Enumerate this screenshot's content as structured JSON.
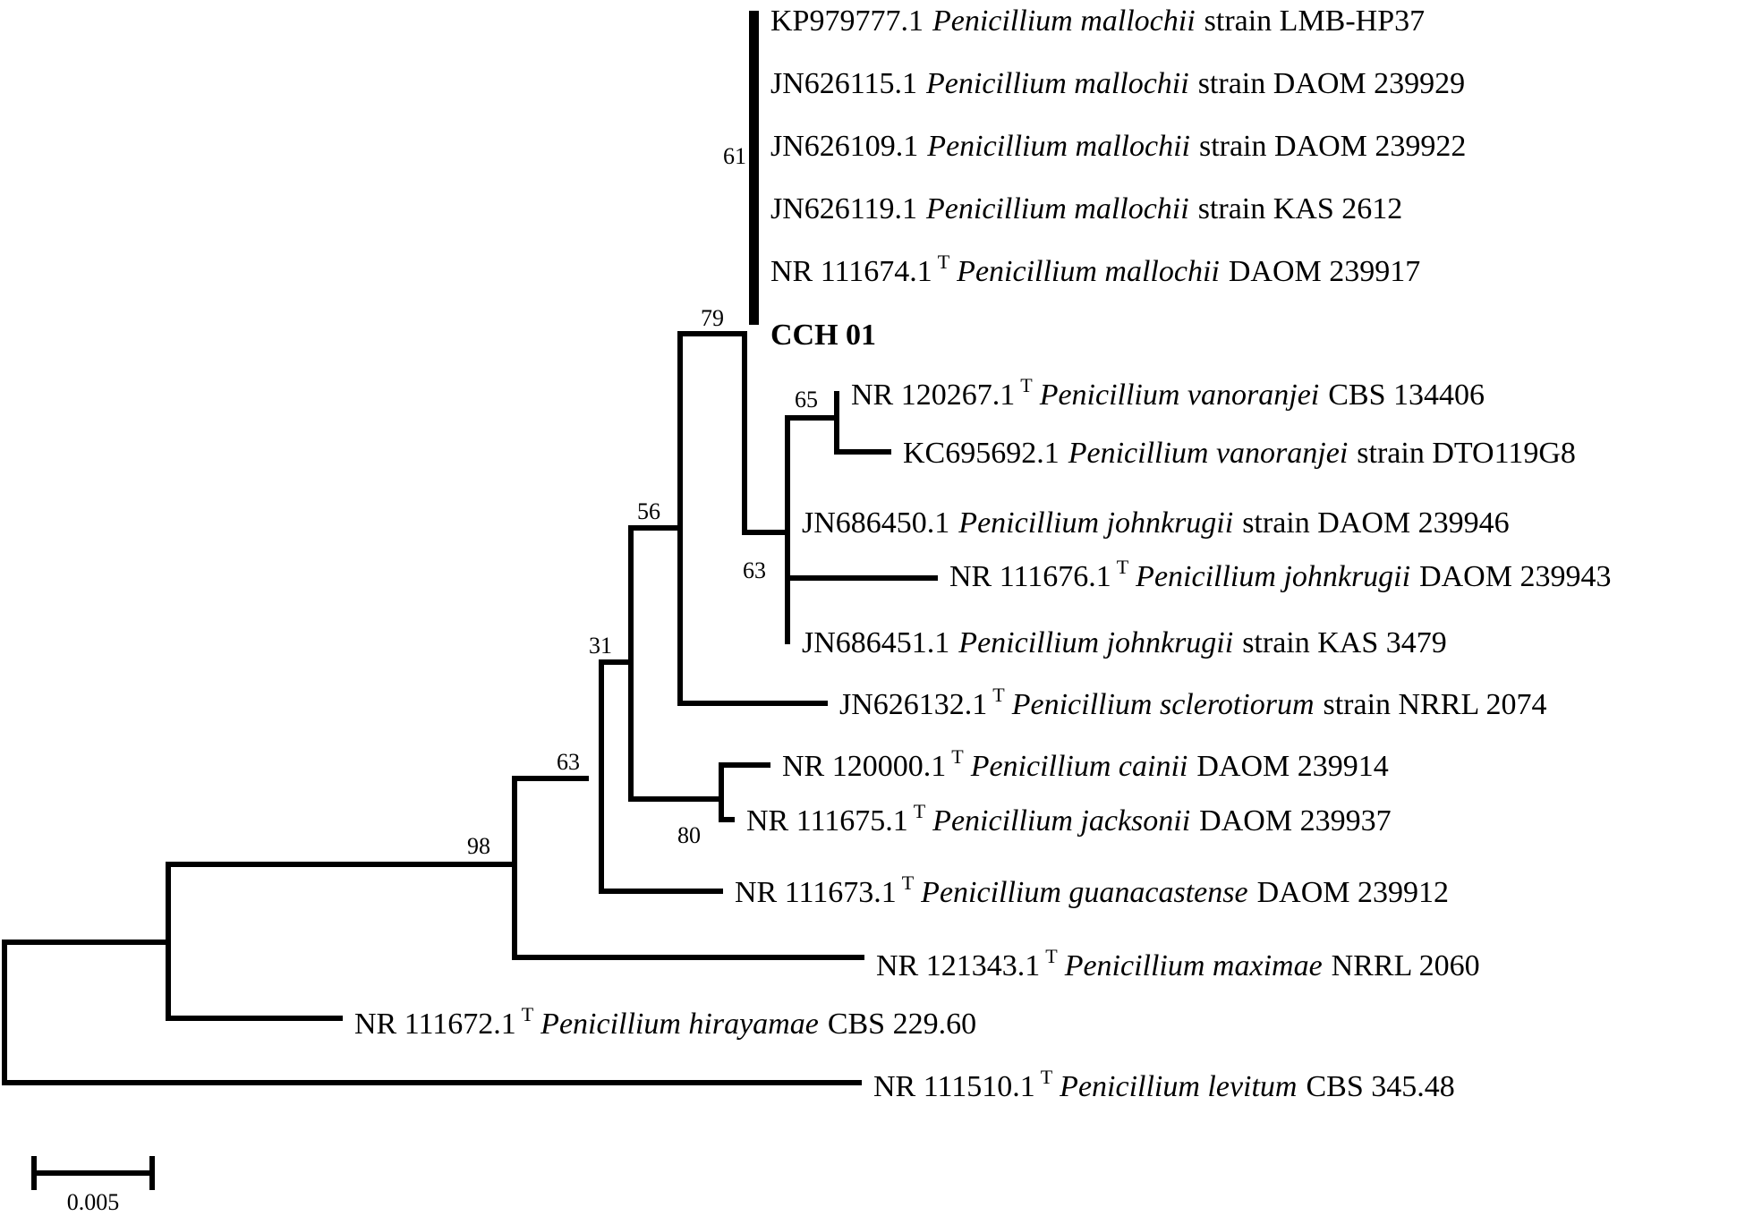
{
  "tree": {
    "taxa": [
      {
        "id": "mal1",
        "accession": "KP979777.1",
        "type": "",
        "species": "Penicillium mallochii",
        "strain": "strain LMB-HP37",
        "bold": false
      },
      {
        "id": "mal2",
        "accession": "JN626115.1",
        "type": "",
        "species": "Penicillium mallochii",
        "strain": "strain DAOM 239929",
        "bold": false
      },
      {
        "id": "mal3",
        "accession": "JN626109.1",
        "type": "",
        "species": "Penicillium mallochii",
        "strain": "strain DAOM 239922",
        "bold": false
      },
      {
        "id": "mal4",
        "accession": "JN626119.1",
        "type": "",
        "species": "Penicillium mallochii",
        "strain": "strain KAS 2612",
        "bold": false
      },
      {
        "id": "mal5",
        "accession": "NR 111674.1",
        "type": "T",
        "species": "Penicillium mallochii",
        "strain": "DAOM 239917",
        "bold": false
      },
      {
        "id": "cch",
        "accession": "CCH 01",
        "type": "",
        "species": "",
        "strain": "",
        "bold": true
      },
      {
        "id": "van1",
        "accession": "NR 120267.1",
        "type": "T",
        "species": "Penicillium vanoranjei",
        "strain": "CBS 134406",
        "bold": false
      },
      {
        "id": "van2",
        "accession": "KC695692.1",
        "type": "",
        "species": "Penicillium vanoranjei",
        "strain": "strain DTO119G8",
        "bold": false
      },
      {
        "id": "joh1",
        "accession": "JN686450.1",
        "type": "",
        "species": "Penicillium johnkrugii",
        "strain": "strain DAOM 239946",
        "bold": false
      },
      {
        "id": "joh2",
        "accession": "NR 111676.1",
        "type": "T",
        "species": "Penicillium johnkrugii",
        "strain": "DAOM 239943",
        "bold": false
      },
      {
        "id": "joh3",
        "accession": "JN686451.1",
        "type": "",
        "species": "Penicillium johnkrugii",
        "strain": "strain KAS 3479",
        "bold": false
      },
      {
        "id": "scl",
        "accession": "JN626132.1",
        "type": "T",
        "species": "Penicillium sclerotiorum",
        "strain": "strain NRRL 2074",
        "bold": false
      },
      {
        "id": "cai",
        "accession": "NR 120000.1",
        "type": "T",
        "species": "Penicillium cainii",
        "strain": "DAOM 239914",
        "bold": false
      },
      {
        "id": "jac",
        "accession": "NR 111675.1",
        "type": "T",
        "species": "Penicillium jacksonii",
        "strain": "DAOM 239937",
        "bold": false
      },
      {
        "id": "gua",
        "accession": "NR 111673.1",
        "type": "T",
        "species": "Penicillium guanacastense",
        "strain": "DAOM 239912",
        "bold": false
      },
      {
        "id": "max",
        "accession": "NR 121343.1",
        "type": "T",
        "species": "Penicillium maximae",
        "strain": "NRRL 2060",
        "bold": false
      },
      {
        "id": "hir",
        "accession": "NR 111672.1",
        "type": "T",
        "species": "Penicillium hirayamae",
        "strain": "CBS 229.60",
        "bold": false
      },
      {
        "id": "lev",
        "accession": "NR 111510.1",
        "type": "T",
        "species": "Penicillium levitum",
        "strain": "CBS 345.48",
        "bold": false
      }
    ],
    "bootstrap": [
      "61",
      "79",
      "65",
      "63",
      "56",
      "31",
      "63",
      "80",
      "98"
    ],
    "scale_bar": {
      "value": 0.005,
      "label": "0.005"
    }
  }
}
